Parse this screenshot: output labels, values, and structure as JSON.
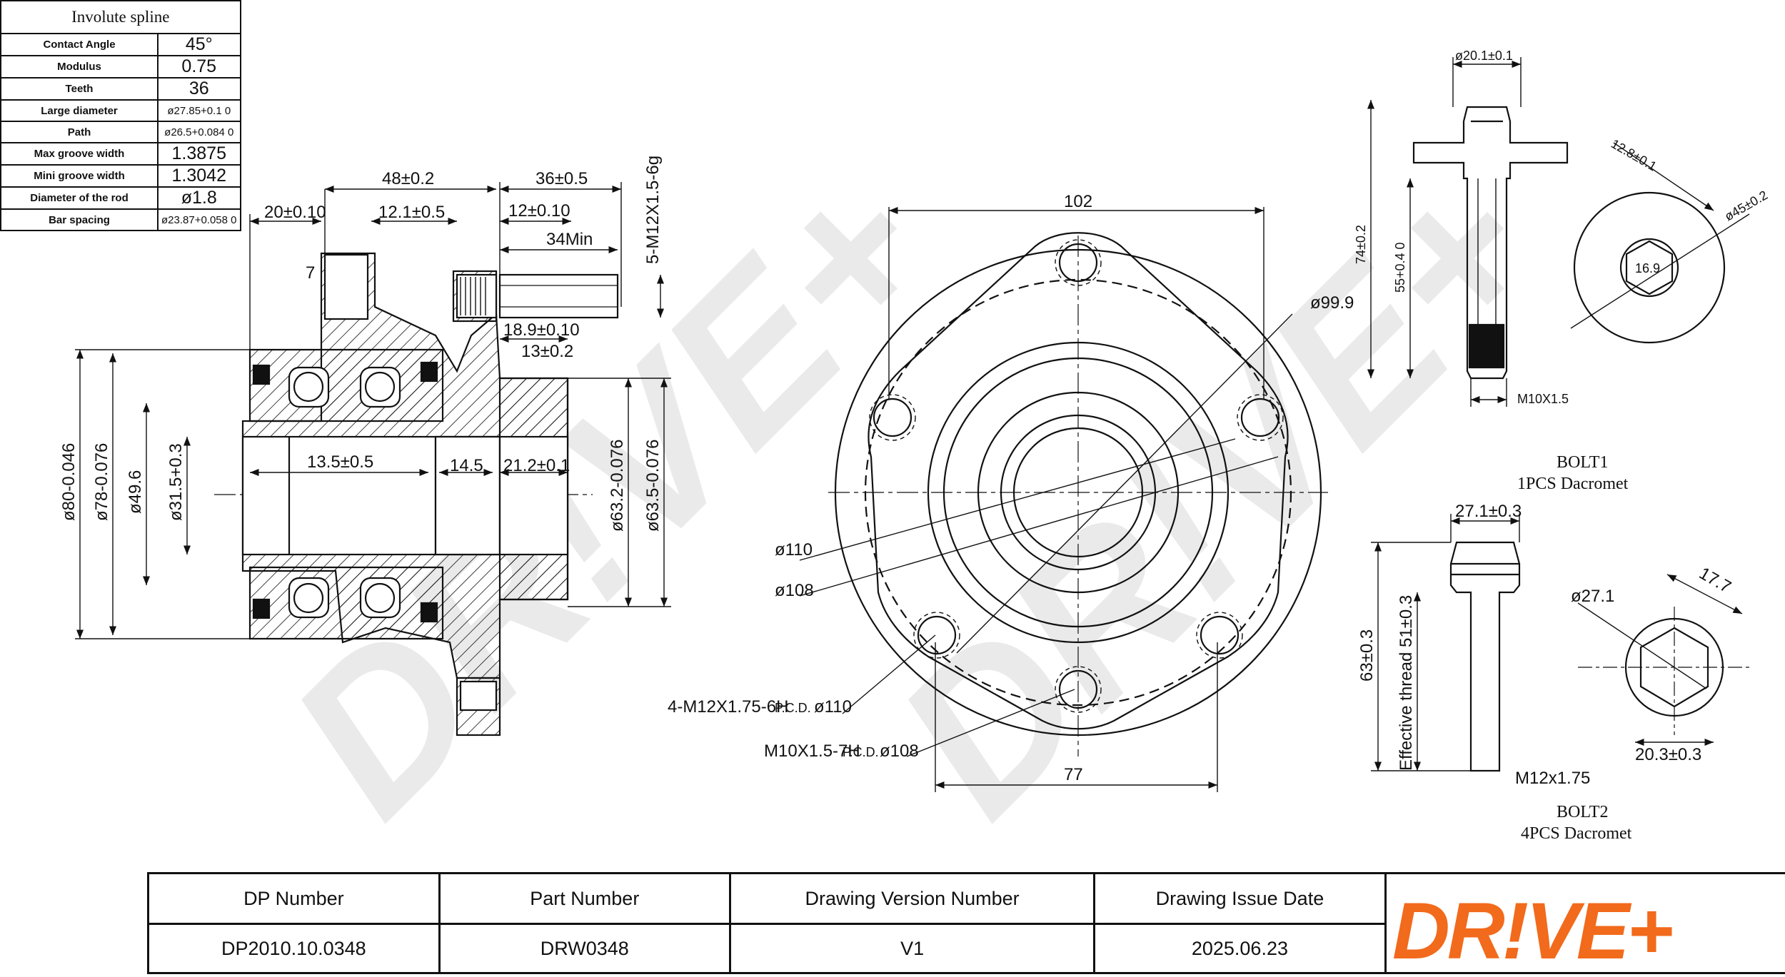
{
  "spline": {
    "title": "Involute spline",
    "rows": [
      {
        "label": "Contact Angle",
        "value": "45°"
      },
      {
        "label": "Modulus",
        "value": "0.75"
      },
      {
        "label": "Teeth",
        "value": "36"
      },
      {
        "label": "Large diameter",
        "value": "ø27.85+0.1 0"
      },
      {
        "label": "Path",
        "value": "ø26.5+0.084 0"
      },
      {
        "label": "Max groove width",
        "value": "1.3875"
      },
      {
        "label": "Mini groove width",
        "value": "1.3042"
      },
      {
        "label": "Diameter of the rod",
        "value": "ø1.8"
      },
      {
        "label": "Bar spacing",
        "value": "ø23.87+0.058 0"
      }
    ]
  },
  "side_view": {
    "dims": {
      "d48": "48±0.2",
      "d36": "36±0.5",
      "d20": "20±0.10",
      "d12_1": "12.1±0.5",
      "d12": "12±0.10",
      "d34": "34Min",
      "d7": "7",
      "d18_9": "18.9±0.10",
      "d13": "13±0.2",
      "d13_5": "13.5±0.5",
      "d14_5": "14.5",
      "d21_2": "21.2±0.1",
      "thread": "5-M12X1.5-6g",
      "phi80": "ø80-0.046",
      "phi78": "ø78-0.076",
      "phi49_6": "ø49.6",
      "phi31_5": "ø31.5+0.3",
      "phi63_2": "ø63.2-0.076",
      "phi63_5": "ø63.5-0.076"
    }
  },
  "front_view": {
    "dims": {
      "d102": "102",
      "d99_9": "ø99.9",
      "d110": "ø110",
      "d108": "ø108",
      "d77": "77",
      "holes1": "4-M12X1.75-6H",
      "pcd1": "P.C.D.",
      "pcd1_val": "ø110",
      "holes2": "M10X1.5-7H",
      "pcd2": "P.C.D.",
      "pcd2_val": "ø108"
    }
  },
  "bolt1": {
    "dims": {
      "d20_1": "ø20.1±0.1",
      "d74": "74±0.2",
      "d55": "55+0.4 0",
      "m10": "M10X1.5",
      "d12_8": "12.8±0.1",
      "d45": "ø45±0.2",
      "d16_9": "16.9"
    },
    "name": "BOLT1",
    "desc": "1PCS  Dacromet"
  },
  "bolt2": {
    "dims": {
      "d27_1": "27.1±0.3",
      "d63": "63±0.3",
      "eff": "Effective thread 51±0.3",
      "m12": "M12x1.75",
      "phi27_1": "ø27.1",
      "d17_7": "17.7",
      "d20_3": "20.3±0.3"
    },
    "name": "BOLT2",
    "desc": "4PCS   Dacromet"
  },
  "title_block": {
    "headers": [
      "DP Number",
      "Part Number",
      "Drawing Version Number",
      "Drawing Issue Date"
    ],
    "values": [
      "DP2010.10.0348",
      "DRW0348",
      "V1",
      "2025.06.23"
    ]
  },
  "logo_text": "DR!VE+",
  "watermark_text": "DR!VE+"
}
